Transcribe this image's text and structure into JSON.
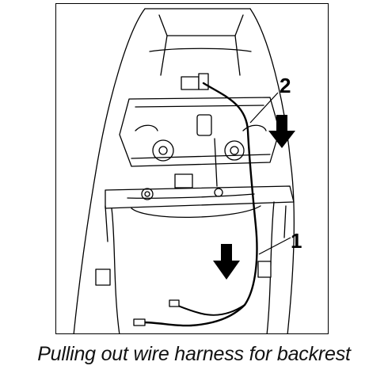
{
  "figure": {
    "callouts": [
      {
        "id": "1",
        "text": "1"
      },
      {
        "id": "2",
        "text": "2"
      }
    ],
    "caption": "Pulling out wire harness for backrest"
  },
  "colors": {
    "line": "#000000",
    "background": "#ffffff"
  }
}
